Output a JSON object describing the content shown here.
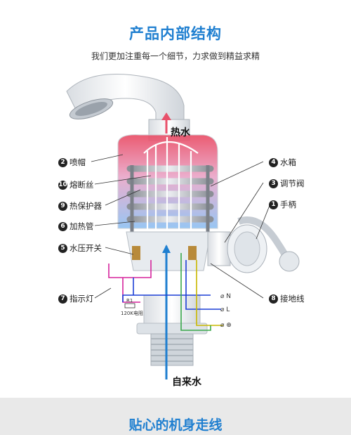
{
  "header": {
    "title": "产品内部结构",
    "subtitle": "我们更加注重每一个细节，力求做到精益求精"
  },
  "flow": {
    "hot_water": "热水",
    "tap_water": "自来水"
  },
  "labels": [
    {
      "num": "2",
      "text": "喷帽"
    },
    {
      "num": "10",
      "text": "熔断丝"
    },
    {
      "num": "9",
      "text": "热保护器"
    },
    {
      "num": "6",
      "text": "加热管"
    },
    {
      "num": "5",
      "text": "水压开关"
    },
    {
      "num": "7",
      "text": "指示灯"
    },
    {
      "num": "4",
      "text": "水箱"
    },
    {
      "num": "3",
      "text": "调节阀"
    },
    {
      "num": "1",
      "text": "手柄"
    },
    {
      "num": "8",
      "text": "接地线"
    }
  ],
  "wiring": {
    "n": "⌀ N",
    "l": "⌀ L",
    "ground": "⌀ ⊕",
    "r_label": "R1",
    "r_value": "120K电阻"
  },
  "footer": {
    "title": "贴心的机身走线"
  },
  "colors": {
    "accent": "#1f7fd0",
    "hot": "#e8506a",
    "cold": "#7fb3ec",
    "wire_magenta": "#d6249c",
    "wire_blue": "#1c3fd6",
    "wire_yellow": "#c9b800"
  }
}
